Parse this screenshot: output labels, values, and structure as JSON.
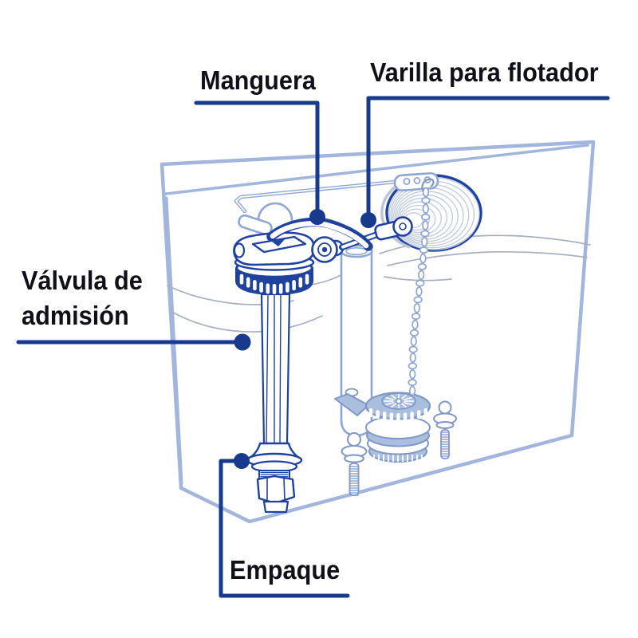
{
  "diagram": {
    "labels": {
      "manguera": "Manguera",
      "varilla": "Varilla para flotador",
      "valvula": "Válvula de admisión",
      "empaque": "Empaque"
    },
    "colors": {
      "navy": "#1f429f",
      "leader": "#173a8c",
      "light_blue": "#8fa6d0",
      "fill_blue": "#aabede",
      "mid_blue": "#7f97c6",
      "tank_outline": "#a2b5dc",
      "water_line": "#a7b0c3",
      "ring_blue": "#bfcadb",
      "text": "#101018",
      "background": "#ffffff"
    }
  }
}
